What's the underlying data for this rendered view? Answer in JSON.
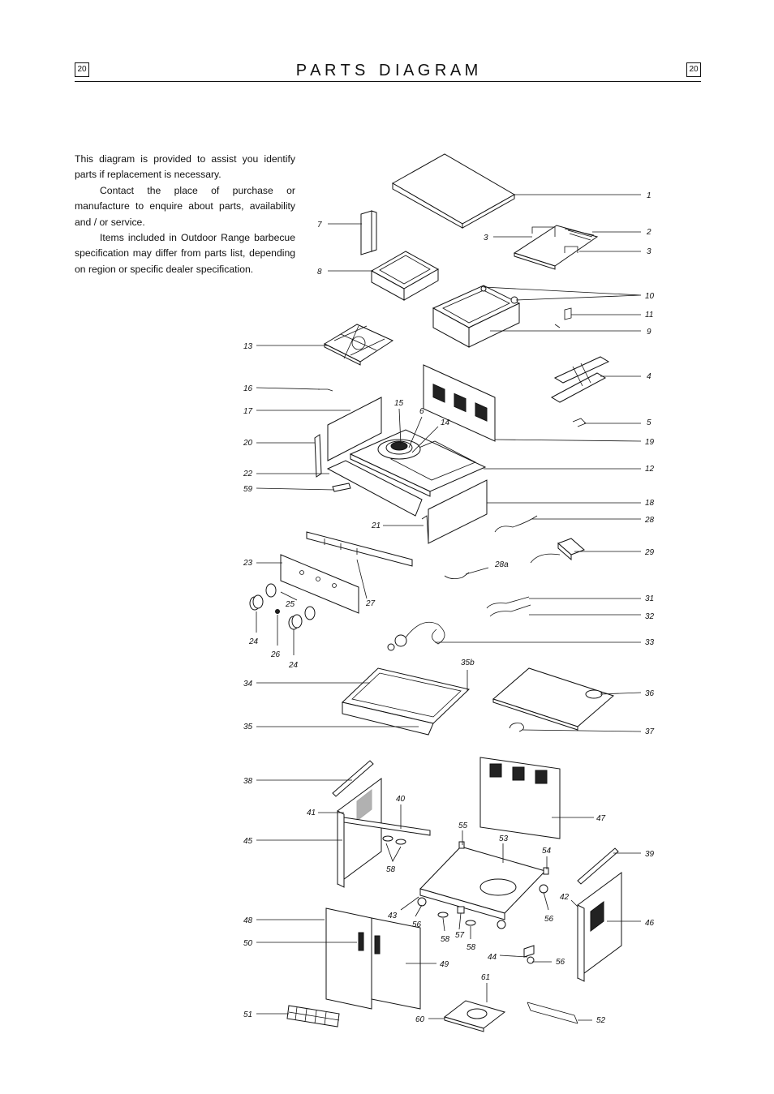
{
  "header": {
    "page_number_left": "20",
    "page_number_right": "20",
    "title": "P A R T S   D I A G R A M"
  },
  "intro": {
    "p1": "This diagram is provided to assist you identify parts if replacement is necessary.",
    "p2": "Contact the place of purchase or manufacture to enquire about parts, availability and / or service.",
    "p3": "Items included in Outdoor Range barbecue specification may differ from parts list, depending on region or specific dealer specification."
  },
  "part_labels": [
    "1",
    "2",
    "3",
    "3",
    "4",
    "5",
    "6",
    "7",
    "8",
    "9",
    "10",
    "11",
    "12",
    "13",
    "14",
    "15",
    "16",
    "17",
    "18",
    "19",
    "20",
    "21",
    "22",
    "23",
    "24",
    "24",
    "25",
    "26",
    "27",
    "28",
    "28a",
    "29",
    "31",
    "32",
    "33",
    "34",
    "35",
    "35b",
    "36",
    "37",
    "38",
    "39",
    "40",
    "41",
    "42",
    "43",
    "44",
    "45",
    "46",
    "47",
    "48",
    "49",
    "50",
    "51",
    "52",
    "53",
    "54",
    "55",
    "56",
    "56",
    "56",
    "56",
    "57",
    "58",
    "58",
    "58",
    "59",
    "60",
    "61"
  ]
}
